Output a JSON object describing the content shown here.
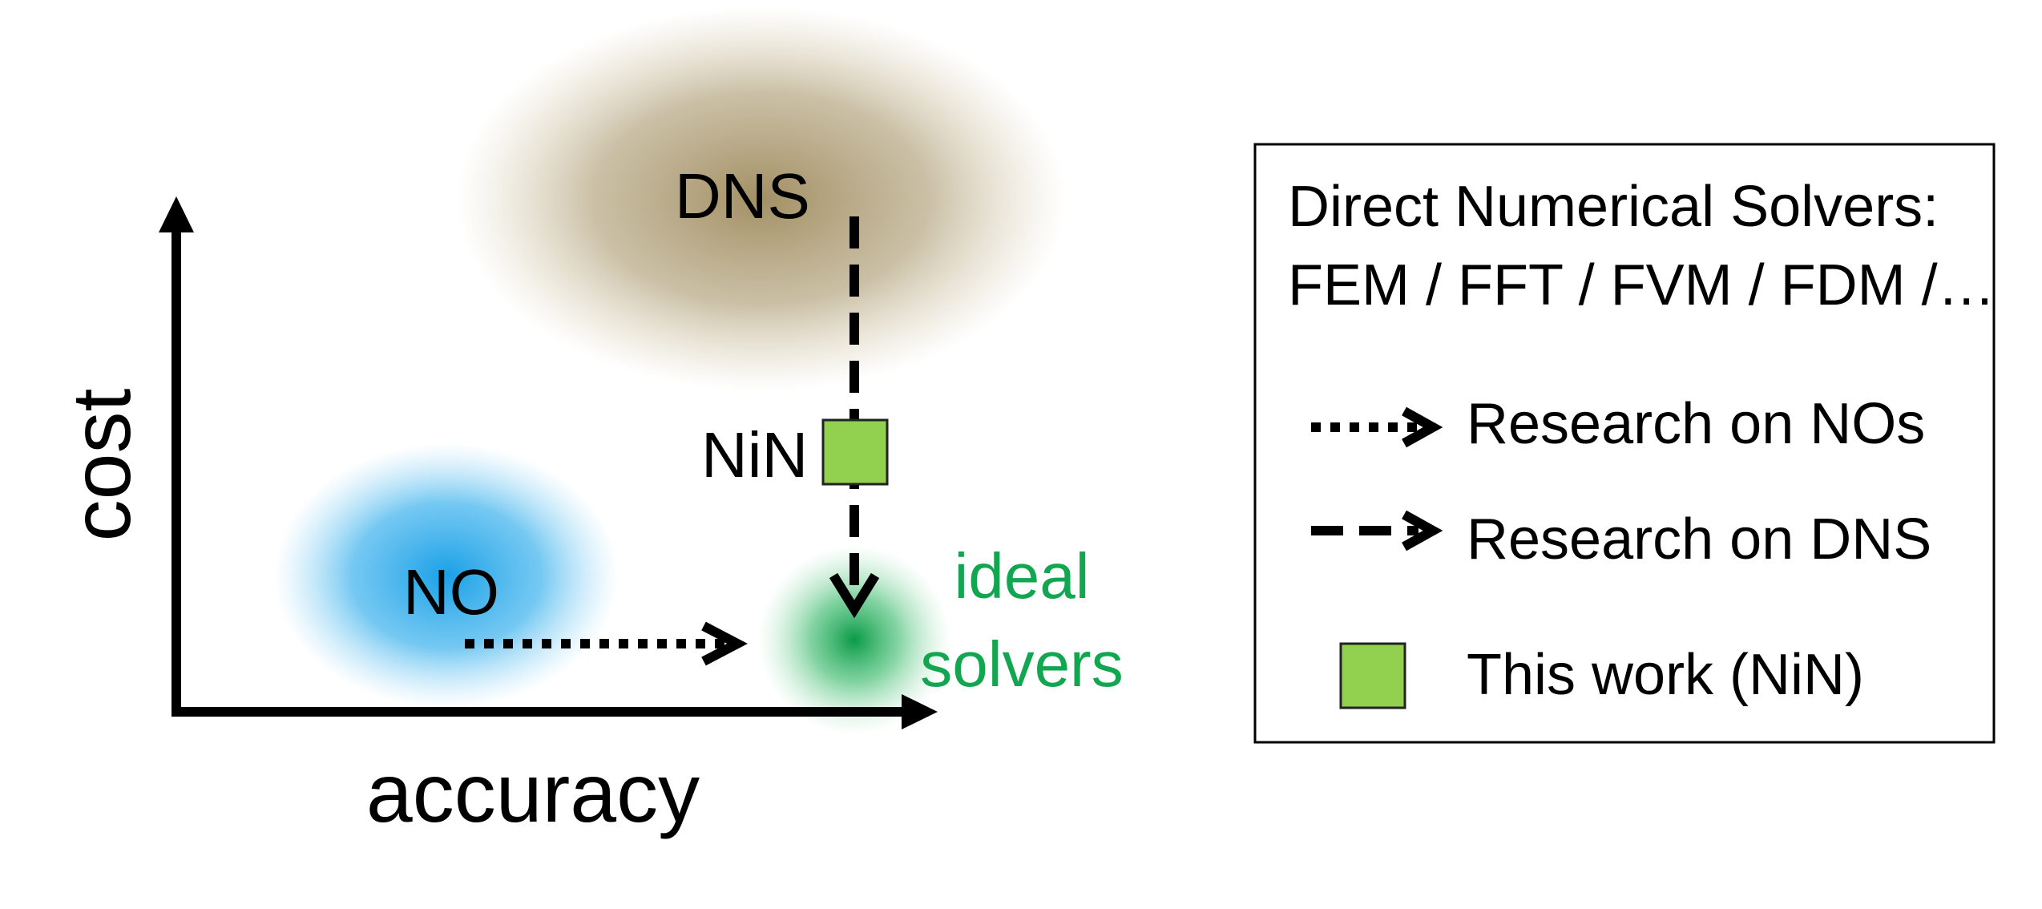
{
  "diagram": {
    "axes": {
      "y_label": "cost",
      "x_label": "accuracy"
    },
    "regions": {
      "dns": {
        "label": "DNS",
        "color": "#9e8a5c"
      },
      "no": {
        "label": "NO",
        "color": "#1aa0e6"
      },
      "ideal": {
        "label_line1": "ideal",
        "label_line2": "solvers",
        "color": "#12a650"
      }
    },
    "nin": {
      "label": "NiN",
      "color": "#92d050"
    }
  },
  "legend": {
    "title_line1": "Direct Numerical Solvers:",
    "title_line2": "FEM / FFT / FVM / FDM /…",
    "items": [
      {
        "label": "Research on NOs",
        "style": "dotted-arrow"
      },
      {
        "label": "Research on DNS",
        "style": "dashed-arrow"
      },
      {
        "label": "This work (NiN)",
        "style": "green-square"
      }
    ]
  }
}
